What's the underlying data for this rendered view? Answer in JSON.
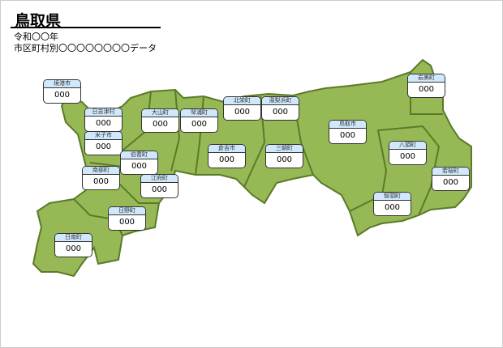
{
  "title": "鳥取県",
  "subtitle1": "令和〇〇年",
  "subtitle2": "市区町村別〇〇〇〇〇〇〇〇データ",
  "colors": {
    "land": "#96b955",
    "border": "#5a7a2a"
  },
  "municipalities": [
    {
      "name": "境港市",
      "value": "000"
    },
    {
      "name": "日吉津村",
      "value": "000"
    },
    {
      "name": "米子市",
      "value": "000"
    },
    {
      "name": "大山町",
      "value": "000"
    },
    {
      "name": "琴浦町",
      "value": "000"
    },
    {
      "name": "北栄町",
      "value": "000"
    },
    {
      "name": "湯梨浜町",
      "value": "000"
    },
    {
      "name": "倉吉市",
      "value": "000"
    },
    {
      "name": "三朝町",
      "value": "000"
    },
    {
      "name": "伯耆町",
      "value": "000"
    },
    {
      "name": "南部町",
      "value": "000"
    },
    {
      "name": "江府町",
      "value": "000"
    },
    {
      "name": "日野町",
      "value": "000"
    },
    {
      "name": "日南町",
      "value": "000"
    },
    {
      "name": "鳥取市",
      "value": "000"
    },
    {
      "name": "岩美町",
      "value": "000"
    },
    {
      "name": "八頭町",
      "value": "000"
    },
    {
      "name": "若桜町",
      "value": "000"
    },
    {
      "name": "智頭町",
      "value": "000"
    }
  ]
}
